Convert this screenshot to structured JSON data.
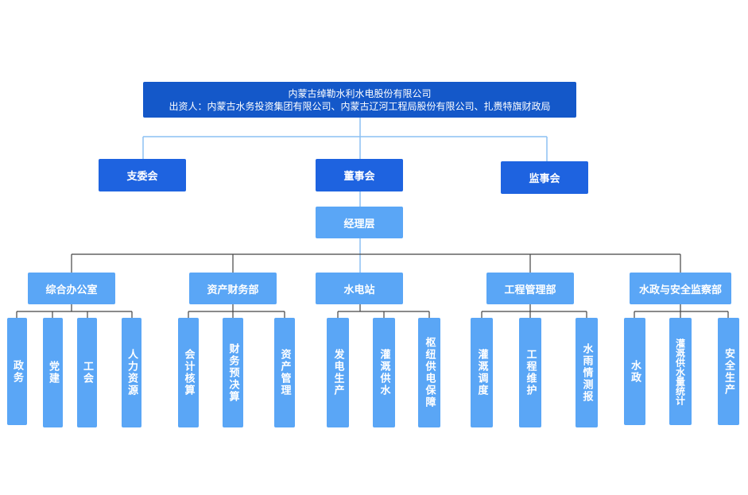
{
  "company": {
    "name": "内蒙古绰勒水利水电股份有限公司",
    "investors": "出资人：内蒙古水务投资集团有限公司、内蒙古辽河工程局股份有限公司、扎赉特旗财政局"
  },
  "level1": {
    "party_committee": "支委会",
    "board": "董事会",
    "supervisory_board": "监事会"
  },
  "management": "经理层",
  "departments": [
    {
      "label": "综合办公室",
      "units": [
        "政务",
        "党建",
        "工会",
        "人力资源"
      ]
    },
    {
      "label": "资产财务部",
      "units": [
        "会计核算",
        "财务预决算",
        "资产管理"
      ]
    },
    {
      "label": "水电站",
      "units": [
        "发电生产",
        "灌溉供水",
        "枢纽供电保障"
      ]
    },
    {
      "label": "工程管理部",
      "units": [
        "灌溉调度",
        "工程维护",
        "水雨情测报"
      ]
    },
    {
      "label": "水政与安全监察部",
      "units": [
        "水政",
        "灌溉供水量统计",
        "安全生产"
      ]
    }
  ],
  "colors": {
    "top": "#1458c9",
    "level1": "#1e63e0",
    "management": "#5aa6f6",
    "department": "#5aa6f6",
    "unit": "#5aa6f6",
    "connector_top": "#8cc0f3",
    "connector_bottom": "#444444"
  }
}
